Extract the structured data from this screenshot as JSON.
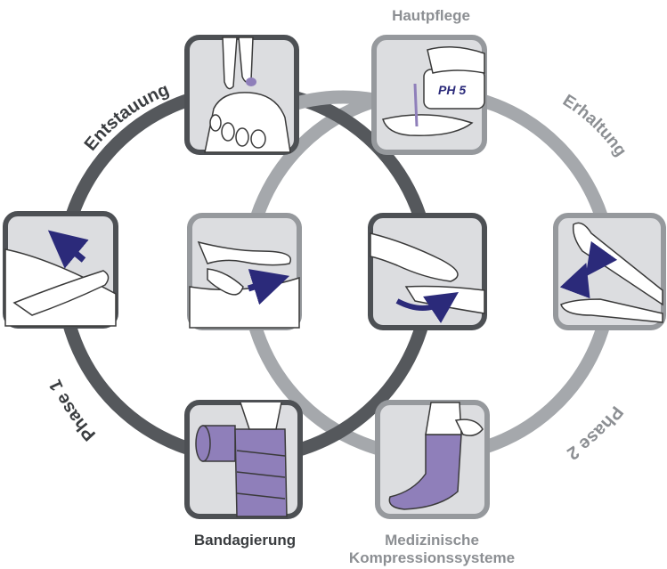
{
  "colors": {
    "ring_dark": "#55585c",
    "ring_light": "#a5a8ac",
    "frame_dark": "#4d5054",
    "frame_light": "#96999d",
    "panel_bg": "#dcdde0",
    "skin": "#ffffff",
    "outline": "#3a3a3a",
    "accent_purple": "#8f7fba",
    "arrow_navy": "#2b2a7a",
    "label_dark": "#3a3d40",
    "label_light": "#8c8f93"
  },
  "rings": {
    "phase1": {
      "arc_top": "Entstauung",
      "arc_bottom": "Phase 1"
    },
    "phase2": {
      "arc_top": "Erhaltung",
      "arc_bottom": "Phase 2"
    }
  },
  "labels": {
    "hautpflege": "Hautpflege",
    "bandagierung": "Bandagierung",
    "medizinische": "Medizinische",
    "kompressionssysteme": "Kompressionssysteme"
  },
  "panels": {
    "ph_text": "PH 5",
    "icons": {
      "foot_massage": "foot-massage-icon",
      "skin_care": "skin-care-lotion-icon",
      "arm_drainage": "arm-drainage-icon",
      "hand_massage": "hand-massage-icon",
      "rotary_massage": "rotary-massage-icon",
      "leg_exercise": "leg-exercise-icon",
      "bandage": "bandage-wrap-icon",
      "compression_stocking": "compression-stocking-icon"
    }
  }
}
